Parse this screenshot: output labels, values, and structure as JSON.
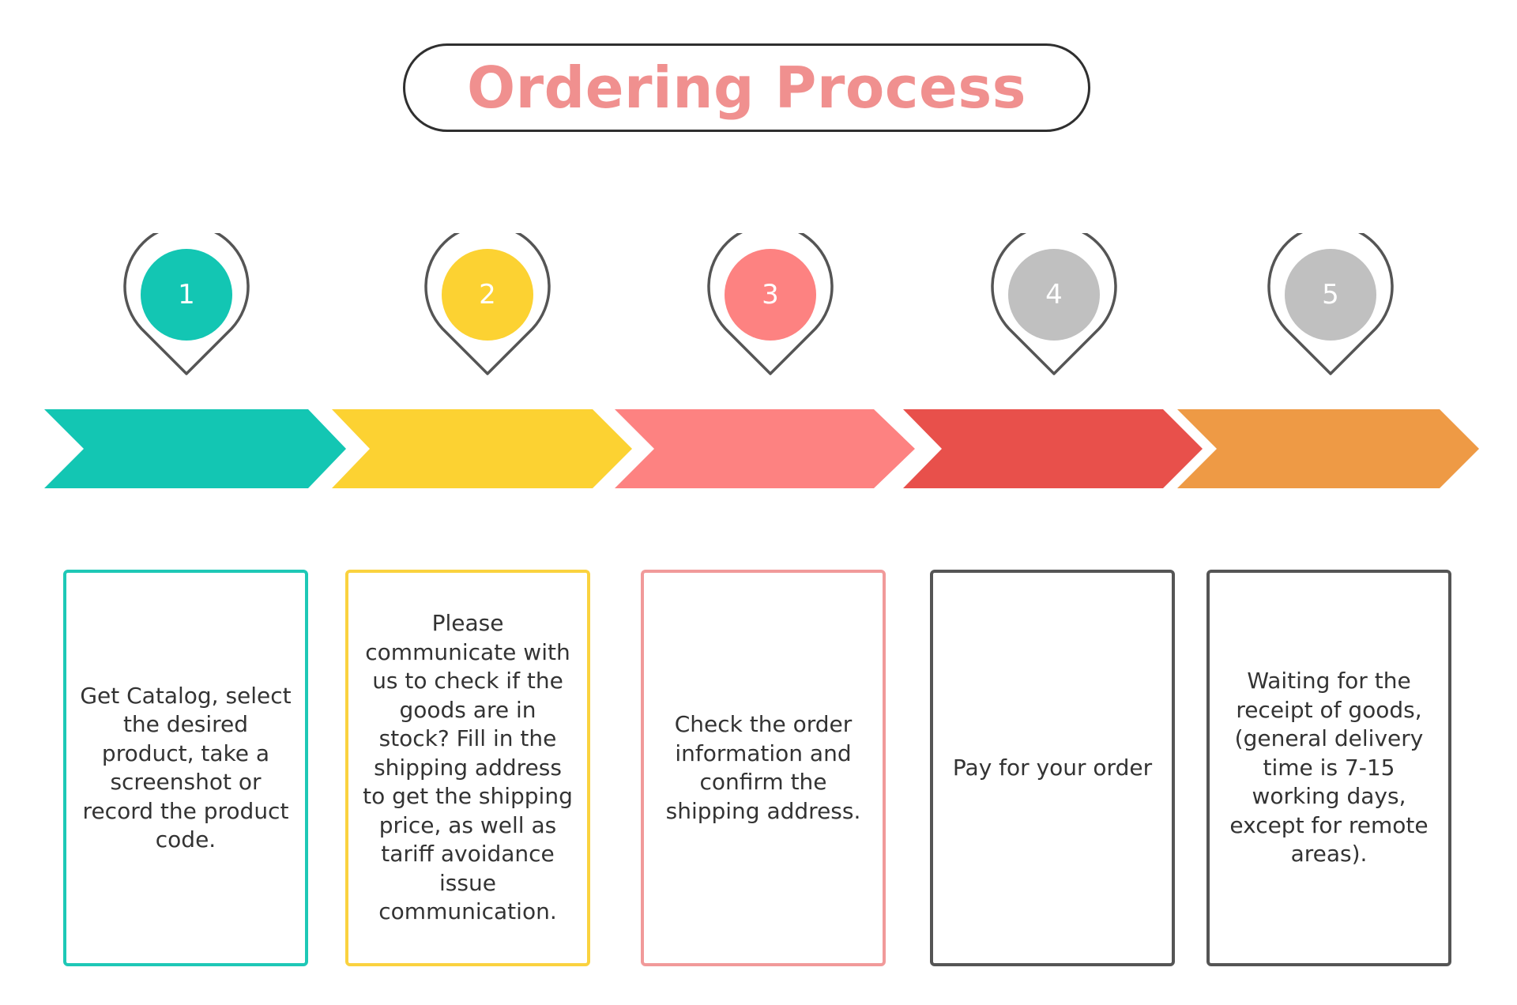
{
  "title": "Ordering Process",
  "colors": {
    "title": "#f0908f",
    "outline": "#555555",
    "teal": "#13c6b3",
    "yellow": "#fcd232",
    "salmon": "#fd8281",
    "red": "#e8504b",
    "orange": "#ee9a45",
    "gray": "#c0c0c0"
  },
  "steps": [
    {
      "number": "1",
      "pin_color": "#13c6b3",
      "arrow_color": "#13c6b3",
      "card_border": "#1ec8b6",
      "text": "Get Catalog, select the desired product, take a screenshot or record the product code."
    },
    {
      "number": "2",
      "pin_color": "#fcd232",
      "arrow_color": "#fcd232",
      "card_border": "#fad23f",
      "text": "Please communicate with us to check if the goods are in stock? Fill in the shipping address to get the shipping price, as well as tariff avoidance issue communication."
    },
    {
      "number": "3",
      "pin_color": "#fd8281",
      "arrow_color": "#fd8281",
      "card_border": "#f19a9a",
      "text": "Check the order information and confirm the shipping address."
    },
    {
      "number": "4",
      "pin_color": "#c0c0c0",
      "arrow_color": "#e8504b",
      "card_border": "#555555",
      "text": "Pay for your order"
    },
    {
      "number": "5",
      "pin_color": "#c0c0c0",
      "arrow_color": "#ee9a45",
      "card_border": "#555555",
      "text": "Waiting for the receipt of goods, (general delivery time is 7-15 working days, except for remote areas)."
    }
  ]
}
